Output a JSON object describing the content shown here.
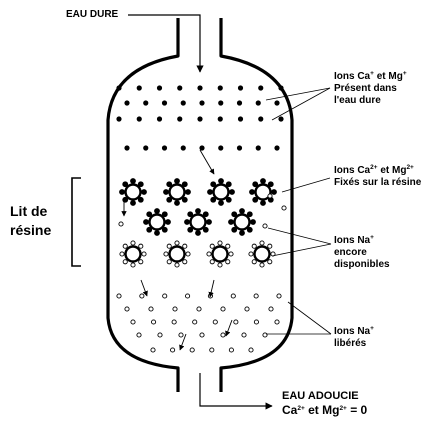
{
  "inlet": {
    "label": "EAU DURE"
  },
  "outlet": {
    "label": "EAU ADOUCIE",
    "equation": {
      "part1": "Ca",
      "sup1": "2+",
      "part2": " et Mg",
      "sup2": "2+",
      "part3": " = 0"
    }
  },
  "bed_label": {
    "line1": "Lit de",
    "line2": "résine"
  },
  "annotations": [
    {
      "ion1": "Ions Ca",
      "sup1": "+",
      "mid": " et Mg",
      "sup2": "+",
      "line2": "Présent dans",
      "line3": "l'eau dure"
    },
    {
      "ion1": "Ions Ca",
      "sup1": "2+",
      "mid": " et Mg",
      "sup2": "2+",
      "line2": "Fixés sur la résine"
    },
    {
      "ion1": "Ions Na",
      "sup1": "+",
      "line2": "encore",
      "line3": "disponibles"
    },
    {
      "ion1": "Ions Na",
      "sup1": "+",
      "line2": "libérés"
    }
  ],
  "colors": {
    "ink": "#000000",
    "background": "#ffffff"
  }
}
